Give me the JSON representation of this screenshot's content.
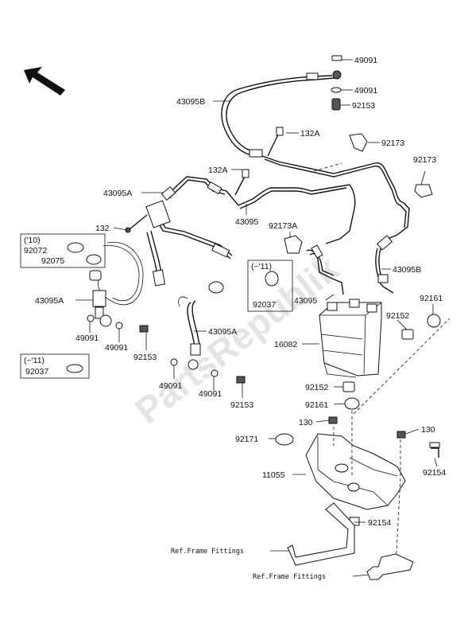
{
  "labels": {
    "p49091_top": "49091",
    "p43095B_top": "43095B",
    "p49091_mid": "49091",
    "p92153_top": "92153",
    "p132A_a": "132A",
    "p92173_a": "92173",
    "p132A_b": "132A",
    "p92173_b": "92173",
    "p43095A_top": "43095A",
    "p132": "132",
    "p43095": "43095",
    "p92173A": "92173A",
    "p43095B_right": "43095B",
    "p92072": "92072",
    "p92075": "92075",
    "p43095A_left": "43095A",
    "p92037_box": "92037",
    "p43095_mid": "43095",
    "p92161_a": "92161",
    "p49091_l1": "49091",
    "p49091_l2": "49091",
    "p43095A_mid": "43095A",
    "p92152_a": "92152",
    "p16082": "16082",
    "p92153_left": "92153",
    "p92037_left": "92037",
    "p49091_b1": "49091",
    "p49091_b2": "49091",
    "p92153_bottom": "92153",
    "p92152_b": "92152",
    "p92161_b": "92161",
    "p130_a": "130",
    "p130_b": "130",
    "p92171": "92171",
    "p92154_a": "92154",
    "p11055": "11055",
    "p92154_b": "92154",
    "ref1": "Ref.Frame Fittings",
    "ref2": "Ref.Frame Fittings"
  },
  "notes": {
    "box_10": "('10)",
    "box_11a": "(~'11)",
    "box_11b": "(~'11)"
  },
  "watermark": "PartsRepublik"
}
